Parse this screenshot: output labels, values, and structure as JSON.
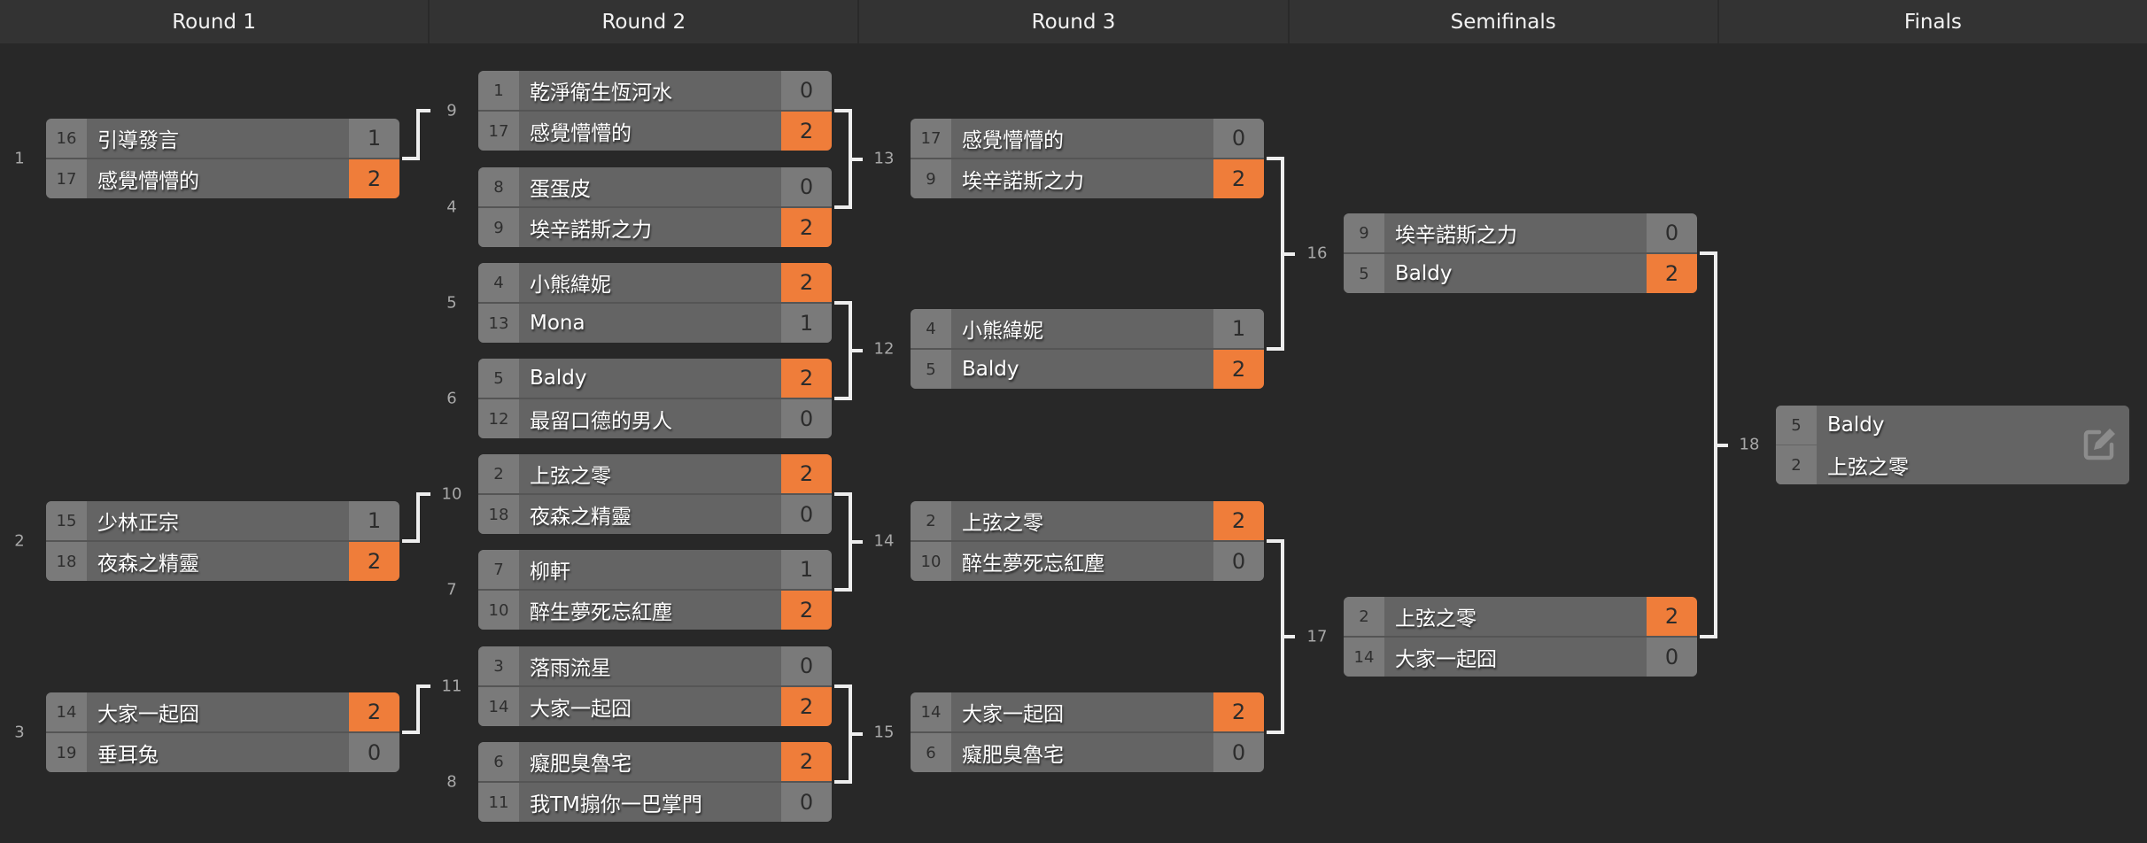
{
  "rounds": [
    "Round 1",
    "Round 2",
    "Round 3",
    "Semifinals",
    "Finals"
  ],
  "colors": {
    "background": "#282828",
    "header": "#333333",
    "winner": "#ef7d3a",
    "seed": "#7a7a7a",
    "name": "#646464"
  },
  "columns": [
    {
      "matches": [
        {
          "id": "1",
          "teams": [
            {
              "seed": "16",
              "name": "引導發言",
              "score": "1"
            },
            {
              "seed": "17",
              "name": "感覺懵懵的",
              "score": "2"
            }
          ],
          "winner": 1
        },
        {
          "id": "2",
          "teams": [
            {
              "seed": "15",
              "name": "少林正宗",
              "score": "1"
            },
            {
              "seed": "18",
              "name": "夜森之精靈",
              "score": "2"
            }
          ],
          "winner": 1
        },
        {
          "id": "3",
          "teams": [
            {
              "seed": "14",
              "name": "大家一起囧",
              "score": "2"
            },
            {
              "seed": "19",
              "name": "垂耳兔",
              "score": "0"
            }
          ],
          "winner": 0
        }
      ]
    },
    {
      "matches": [
        {
          "id": "9",
          "teams": [
            {
              "seed": "1",
              "name": "乾淨衛生恆河水",
              "score": "0"
            },
            {
              "seed": "17",
              "name": "感覺懵懵的",
              "score": "2"
            }
          ],
          "winner": 1
        },
        {
          "id": "4",
          "teams": [
            {
              "seed": "8",
              "name": "蛋蛋皮",
              "score": "0"
            },
            {
              "seed": "9",
              "name": "埃辛諾斯之力",
              "score": "2"
            }
          ],
          "winner": 1
        },
        {
          "id": "5",
          "teams": [
            {
              "seed": "4",
              "name": "小熊緯妮",
              "score": "2"
            },
            {
              "seed": "13",
              "name": "Mona",
              "score": "1"
            }
          ],
          "winner": 0
        },
        {
          "id": "6",
          "teams": [
            {
              "seed": "5",
              "name": "Baldy",
              "score": "2"
            },
            {
              "seed": "12",
              "name": "最留口德的男人",
              "score": "0"
            }
          ],
          "winner": 0
        },
        {
          "id": "10",
          "teams": [
            {
              "seed": "2",
              "name": "上弦之零",
              "score": "2"
            },
            {
              "seed": "18",
              "name": "夜森之精靈",
              "score": "0"
            }
          ],
          "winner": 0
        },
        {
          "id": "7",
          "teams": [
            {
              "seed": "7",
              "name": "柳軒",
              "score": "1"
            },
            {
              "seed": "10",
              "name": "醉生夢死忘紅塵",
              "score": "2"
            }
          ],
          "winner": 1
        },
        {
          "id": "11",
          "teams": [
            {
              "seed": "3",
              "name": "落雨流星",
              "score": "0"
            },
            {
              "seed": "14",
              "name": "大家一起囧",
              "score": "2"
            }
          ],
          "winner": 1
        },
        {
          "id": "8",
          "teams": [
            {
              "seed": "6",
              "name": "癡肥臭魯宅",
              "score": "2"
            },
            {
              "seed": "11",
              "name": "我TM搧你一巴掌門",
              "score": "0"
            }
          ],
          "winner": 0
        }
      ]
    },
    {
      "matches": [
        {
          "id": "13",
          "teams": [
            {
              "seed": "17",
              "name": "感覺懵懵的",
              "score": "0"
            },
            {
              "seed": "9",
              "name": "埃辛諾斯之力",
              "score": "2"
            }
          ],
          "winner": 1
        },
        {
          "id": "12",
          "teams": [
            {
              "seed": "4",
              "name": "小熊緯妮",
              "score": "1"
            },
            {
              "seed": "5",
              "name": "Baldy",
              "score": "2"
            }
          ],
          "winner": 1
        },
        {
          "id": "14",
          "teams": [
            {
              "seed": "2",
              "name": "上弦之零",
              "score": "2"
            },
            {
              "seed": "10",
              "name": "醉生夢死忘紅塵",
              "score": "0"
            }
          ],
          "winner": 0
        },
        {
          "id": "15",
          "teams": [
            {
              "seed": "14",
              "name": "大家一起囧",
              "score": "2"
            },
            {
              "seed": "6",
              "name": "癡肥臭魯宅",
              "score": "0"
            }
          ],
          "winner": 0
        }
      ]
    },
    {
      "matches": [
        {
          "id": "16",
          "teams": [
            {
              "seed": "9",
              "name": "埃辛諾斯之力",
              "score": "0"
            },
            {
              "seed": "5",
              "name": "Baldy",
              "score": "2"
            }
          ],
          "winner": 1
        },
        {
          "id": "17",
          "teams": [
            {
              "seed": "2",
              "name": "上弦之零",
              "score": "2"
            },
            {
              "seed": "14",
              "name": "大家一起囧",
              "score": "0"
            }
          ],
          "winner": 0
        }
      ]
    },
    {
      "matches": [
        {
          "id": "18",
          "teams": [
            {
              "seed": "5",
              "name": "Baldy"
            },
            {
              "seed": "2",
              "name": "上弦之零"
            }
          ],
          "final": true,
          "icon": "edit-icon"
        }
      ]
    }
  ]
}
